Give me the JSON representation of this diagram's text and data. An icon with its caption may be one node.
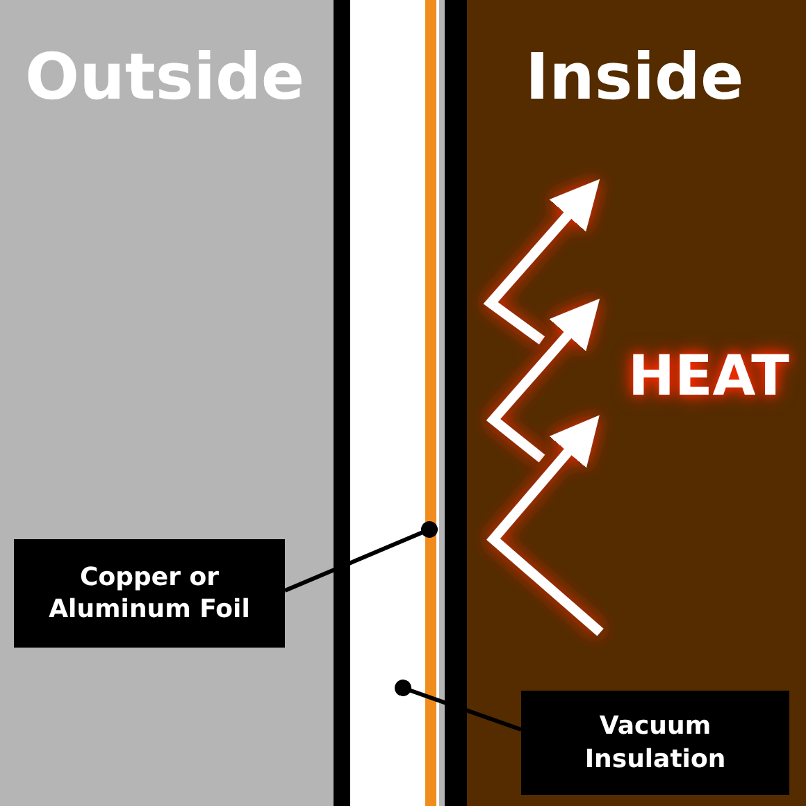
{
  "diagram": {
    "nodes": [
      {
        "text": [
          "Copper or Aluminum Foil"
        ]
      },
      {
        "text": [],
        "shape": "bar"
      },
      {
        "text": [
          "Vacuum Insulation"
        ]
      },
      {
        "text": [],
        "shape": "box"
      }
    ],
    "edges": [
      {
        "from": 0,
        "to": 1,
        "arrow": "other"
      },
      {
        "from": 2,
        "to": 3,
        "arrow": "other"
      }
    ],
    "labels": [
      "Outside",
      "Inside",
      "HEAT"
    ]
  }
}
